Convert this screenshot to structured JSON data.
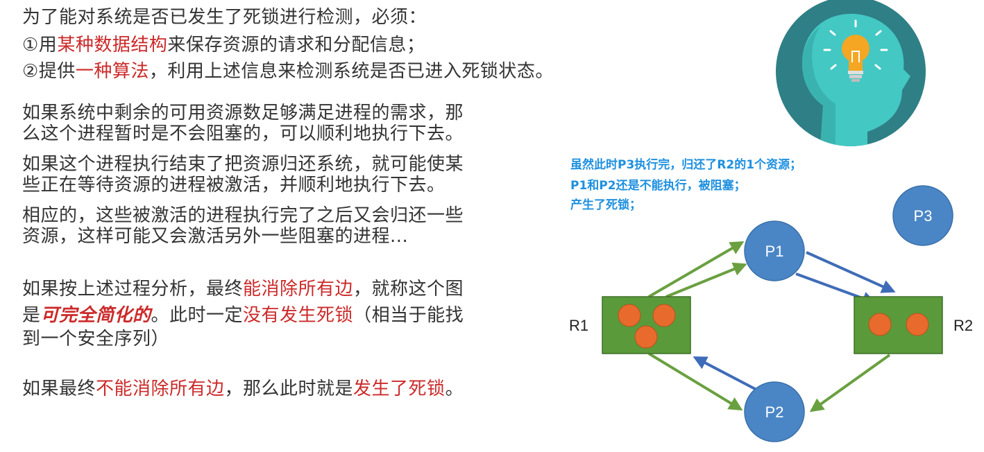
{
  "intro": {
    "line1": "为了能对系统是否已发生了死锁进行检测，必须：",
    "line2_pre": "①用",
    "line2_red": "某种数据结构",
    "line2_post": "来保存资源的请求和分配信息；",
    "line3_pre": "②提供",
    "line3_red": "一种算法",
    "line3_post": "，利用上述信息来检测系统是否已进入死锁状态。"
  },
  "para1": {
    "l1": "如果系统中剩余的可用资源数足够满足进程的需求，那",
    "l2": "么这个进程暂时是不会阻塞的，可以顺利地执行下去。",
    "l3": "如果这个进程执行结束了把资源归还系统，就可能使某",
    "l4": "些正在等待资源的进程被激活，并顺利地执行下去。",
    "l5": "相应的，这些被激活的进程执行完了之后又会归还一些",
    "l6": "资源，这样可能又会激活另外一些阻塞的进程..."
  },
  "para2": {
    "l1_pre": "如果按上述过程分析，最终",
    "l1_red": "能消除所有边",
    "l1_post": "，就称这个图",
    "l2_pre": "是",
    "l2_red_em": "可完全简化的",
    "l2_mid": "。此时一定",
    "l2_red": "没有发生死锁",
    "l2_post": "（相当于能找",
    "l3": "到一个安全序列）"
  },
  "para3": {
    "pre": "如果最终",
    "red": "不能消除所有边",
    "mid": "，那么此时就是",
    "red2": "发生了死锁",
    "post": "。"
  },
  "note": {
    "l1": "虽然此时P3执行完，归还了R2的1个资源；",
    "l2": "P1和P2还是不能执行，被阻塞；",
    "l3": "产生了死锁；"
  },
  "graph": {
    "processes": [
      "P1",
      "P2",
      "P3"
    ],
    "resources": [
      {
        "name": "R1",
        "instances": 3
      },
      {
        "name": "R2",
        "instances": 2
      }
    ],
    "edges": [
      {
        "from": "R1",
        "to": "P1",
        "type": "assignment"
      },
      {
        "from": "R1",
        "to": "P1",
        "type": "assignment"
      },
      {
        "from": "P1",
        "to": "R2",
        "type": "request"
      },
      {
        "from": "P1",
        "to": "R2",
        "type": "request"
      },
      {
        "from": "R1",
        "to": "P2",
        "type": "assignment"
      },
      {
        "from": "P2",
        "to": "R1",
        "type": "request"
      },
      {
        "from": "R2",
        "to": "P2",
        "type": "assignment"
      }
    ]
  },
  "icon": "lightbulb-head-icon",
  "colors": {
    "red_text": "#cc2a2a",
    "note_blue": "#1e90e0",
    "process_fill": "#4a86c6",
    "resource_fill": "#5a9a3a",
    "instance_fill": "#e86a2c",
    "assignment_edge": "#6aa040",
    "request_edge": "#3f6cb8"
  }
}
